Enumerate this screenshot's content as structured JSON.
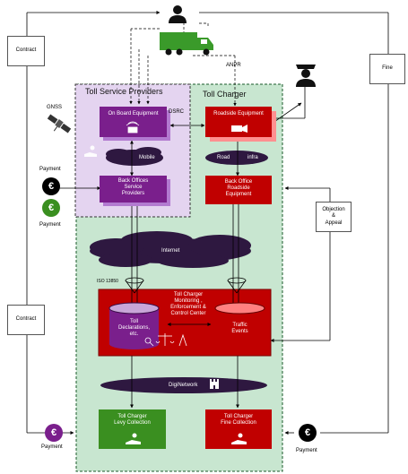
{
  "colors": {
    "purple_dark": "#7a1f8c",
    "purple_light": "#e4d4f0",
    "red": "#c00000",
    "green_fill": "#c8e6d0",
    "green_box": "#3a8f20",
    "ellipse_dark": "#2e1840",
    "black": "#000000"
  },
  "docs": {
    "contract_top": "Contract",
    "contract_bottom": "Contract",
    "fine": "Fine",
    "objection": "Objection\n&\nAppeal"
  },
  "regions": {
    "tsp": "Toll Service Providers",
    "tc": "Toll Charger"
  },
  "labels": {
    "anpr": "ANPR",
    "gnss": "GNSS",
    "dsrc": "DSRC",
    "mobile": "Mobile",
    "road": "Road",
    "infra": "infra",
    "internet": "Internet",
    "iso": "ISO 13850",
    "diginetwork": "DigiNetwork",
    "payment_top": "Payment",
    "payment_mid": "Payment",
    "payment_bl": "Payment",
    "payment_br": "Payment"
  },
  "boxes": {
    "obe": "On Board  Equipment",
    "bo_sp": "Back Offices\nService\nProviders",
    "rse": "Roadside Equipment",
    "bo_rse": "Back Office\nRoadside\nEquipment",
    "mec": "Toll Charger\nMonitoring ,\nEnforcement &\nControl Center",
    "toll_decl": "Toll\nDeclarations,\netc.",
    "traffic": "Traffic\nEvents",
    "levy": "Toll Charger\nLevy Collection",
    "fine_coll": "Toll Charger\nFine Collection"
  },
  "currency": "€",
  "icons": [
    "person-icon",
    "truck-icon",
    "police-officer-icon",
    "satellite-icon",
    "hand-coin-icon",
    "scales-icon",
    "castle-icon",
    "camera-icon"
  ]
}
